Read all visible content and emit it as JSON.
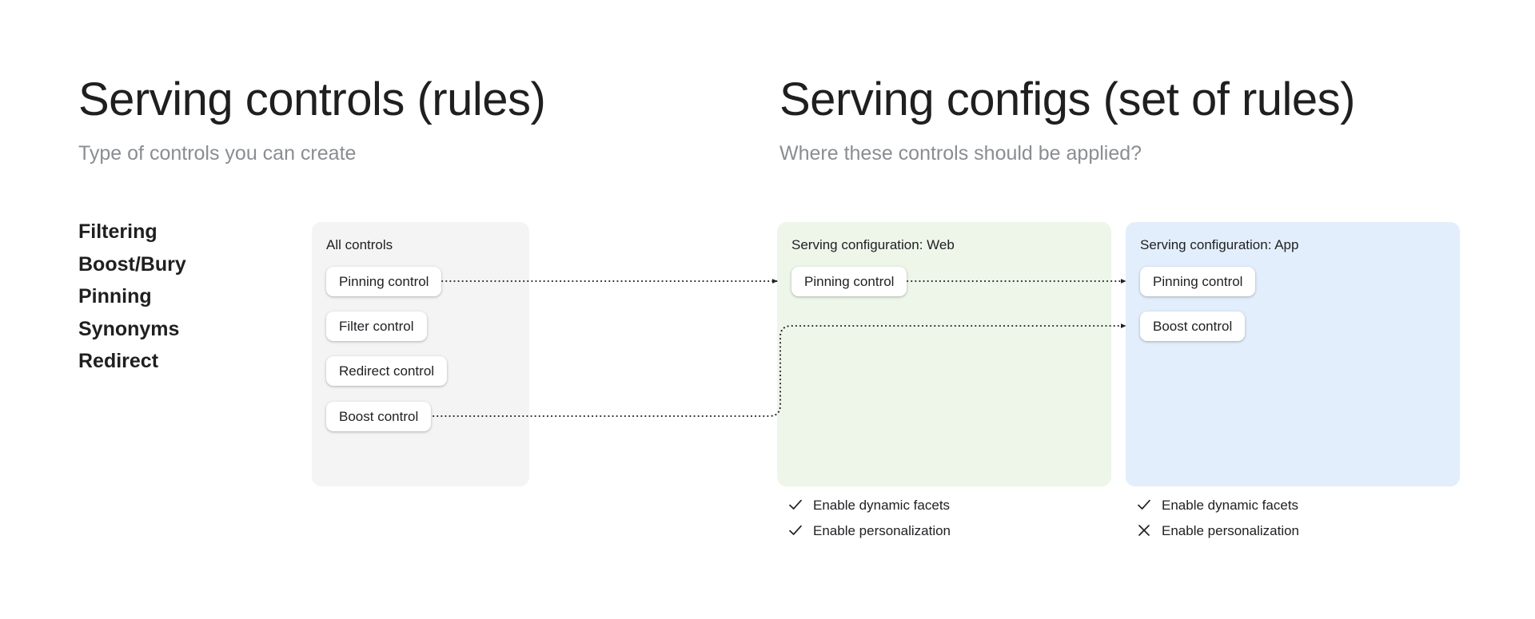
{
  "columns": {
    "left": {
      "title": "Serving controls (rules)",
      "subtitle": "Type of controls you can create",
      "control_types": [
        "Filtering",
        "Boost/Bury",
        "Pinning",
        "Synonyms",
        "Redirect"
      ]
    },
    "right": {
      "title": "Serving configs (set of rules)",
      "subtitle": "Where these controls should be applied?"
    }
  },
  "panels": {
    "all_controls": {
      "label": "All controls",
      "background": "#f4f4f4",
      "chips": [
        "Pinning control",
        "Filter control",
        "Redirect control",
        "Boost control"
      ]
    },
    "web": {
      "label": "Serving configuration: Web",
      "background": "#eef5e9",
      "chips": [
        "Pinning control"
      ],
      "options": [
        {
          "label": "Enable dynamic facets",
          "state": "check",
          "icon": "check-icon"
        },
        {
          "label": "Enable personalization",
          "state": "check",
          "icon": "check-icon"
        }
      ]
    },
    "app": {
      "label": "Serving configuration: App",
      "background": "#e2eefb",
      "chips": [
        "Pinning control",
        "Boost control"
      ],
      "options": [
        {
          "label": "Enable dynamic facets",
          "state": "check",
          "icon": "check-icon"
        },
        {
          "label": "Enable personalization",
          "state": "cross",
          "icon": "close-icon"
        }
      ]
    }
  },
  "connectors": [
    {
      "from": "all-controls.pinning-control",
      "to": "web.pinning-control",
      "style": "dotted-arrow"
    },
    {
      "from": "web.pinning-control",
      "to": "app.pinning-control",
      "style": "dotted-arrow"
    },
    {
      "from": "all-controls.boost-control",
      "to": "app.boost-control",
      "style": "dotted-arrow-elbow"
    }
  ],
  "colors": {
    "text_primary": "#202124",
    "text_muted": "#8a8d91",
    "panel_gray": "#f4f4f4",
    "panel_green": "#eef5e9",
    "panel_blue": "#e2eefb",
    "connector": "#202124"
  }
}
